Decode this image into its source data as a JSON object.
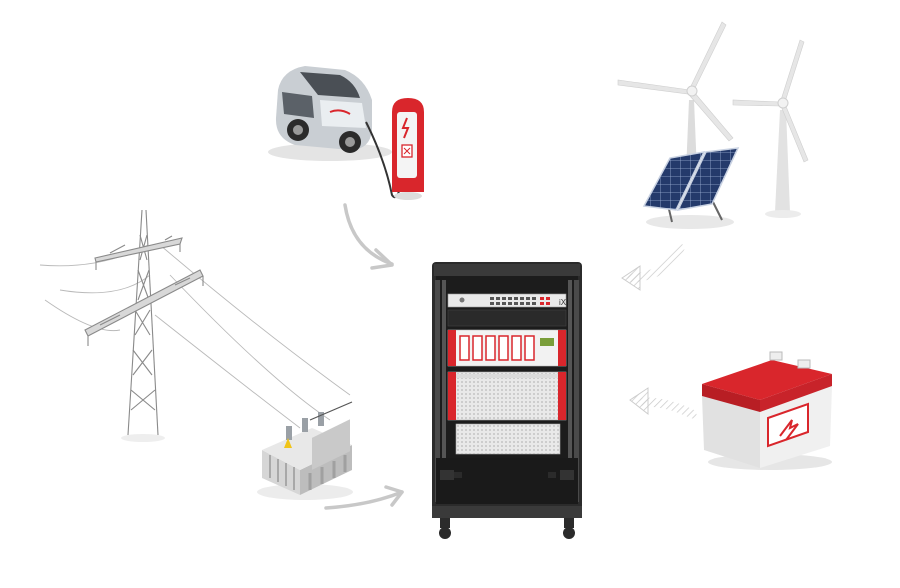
{
  "scene": {
    "background": "#ffffff",
    "accent_red": "#d9262c",
    "rack_dark": "#2b2b2b",
    "arrow_gray": "#c8c8c8"
  },
  "rack": {
    "device_label": "iX"
  },
  "sources": [
    {
      "name": "electric-car-charging",
      "icon": "ev-charger-icon"
    },
    {
      "name": "solar-and-wind",
      "icon": "renewables-icon"
    },
    {
      "name": "power-grid",
      "icon": "pylon-icon"
    },
    {
      "name": "transformer",
      "icon": "transformer-icon"
    },
    {
      "name": "battery",
      "icon": "battery-icon"
    }
  ]
}
